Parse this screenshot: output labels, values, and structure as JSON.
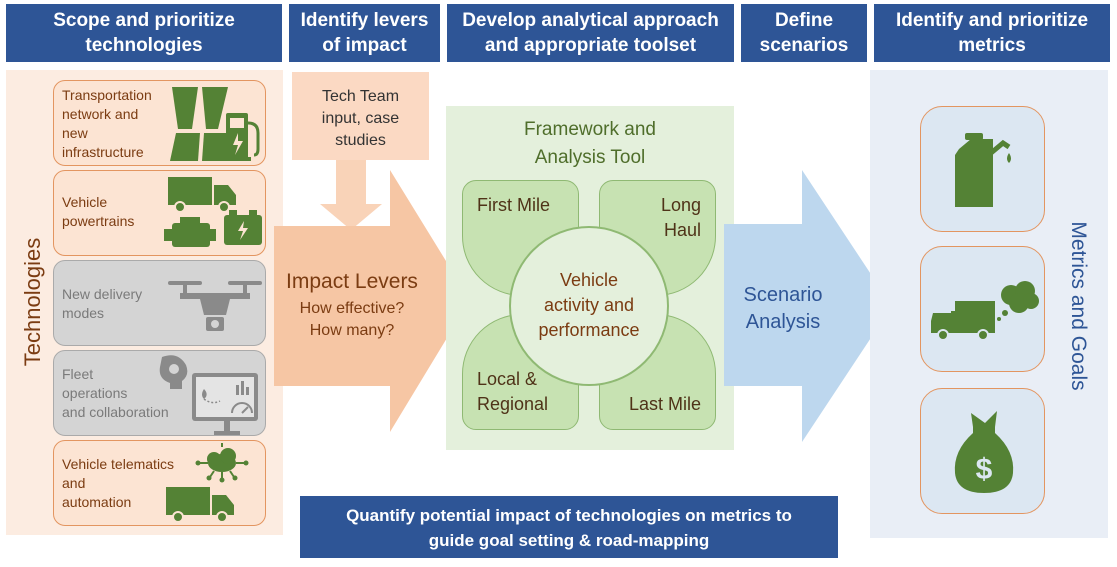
{
  "headers": [
    "Scope and prioritize\ntechnologies",
    "Identify levers\nof impact",
    "Develop analytical approach\nand appropriate toolset",
    "Define\nscenarios",
    "Identify and prioritize\nmetrics"
  ],
  "technologies_label": "Technologies",
  "tech_cards": [
    {
      "label": "Transportation\nnetwork and\nnew\ninfrastructure",
      "icon": "road-and-charger-icon"
    },
    {
      "label": "Vehicle\npowertrains",
      "icon": "truck-engine-battery-icon"
    },
    {
      "label": "New delivery\nmodes",
      "icon": "drone-icon"
    },
    {
      "label": "Fleet\noperations\nand collaboration",
      "icon": "fleet-dashboard-icon"
    },
    {
      "label": "Vehicle telematics\n and\nautomation",
      "icon": "connected-truck-icon"
    }
  ],
  "tech_team_input": "Tech Team\ninput, case\nstudies",
  "impact_levers": {
    "title": "Impact Levers",
    "line1": "How effective?",
    "line2": "How many?"
  },
  "framework": {
    "title": "Framework and\nAnalysis Tool",
    "first_mile": "First Mile",
    "long_haul": "Long\nHaul",
    "local_regional": "Local &\nRegional",
    "last_mile": "Last Mile",
    "center": "Vehicle\nactivity and\nperformance"
  },
  "scenario_analysis": "Scenario\nAnalysis",
  "metrics_label": "Metrics and Goals",
  "metric_icons": [
    "fuel-can-icon",
    "truck-emissions-icon",
    "money-bag-icon"
  ],
  "bottom_banner": "Quantify potential impact of technologies on metrics to\nguide goal setting & road-mapping",
  "colors": {
    "header_blue": "#2e5596",
    "orange_light": "#fce4d3",
    "orange_border": "#e39560",
    "arrow_orange": "#f6c6a4",
    "green_light": "#e4f0dc",
    "green_petal": "#c7e2b2",
    "blue_arrow": "#bdd7ee",
    "icon_green": "#548235"
  }
}
